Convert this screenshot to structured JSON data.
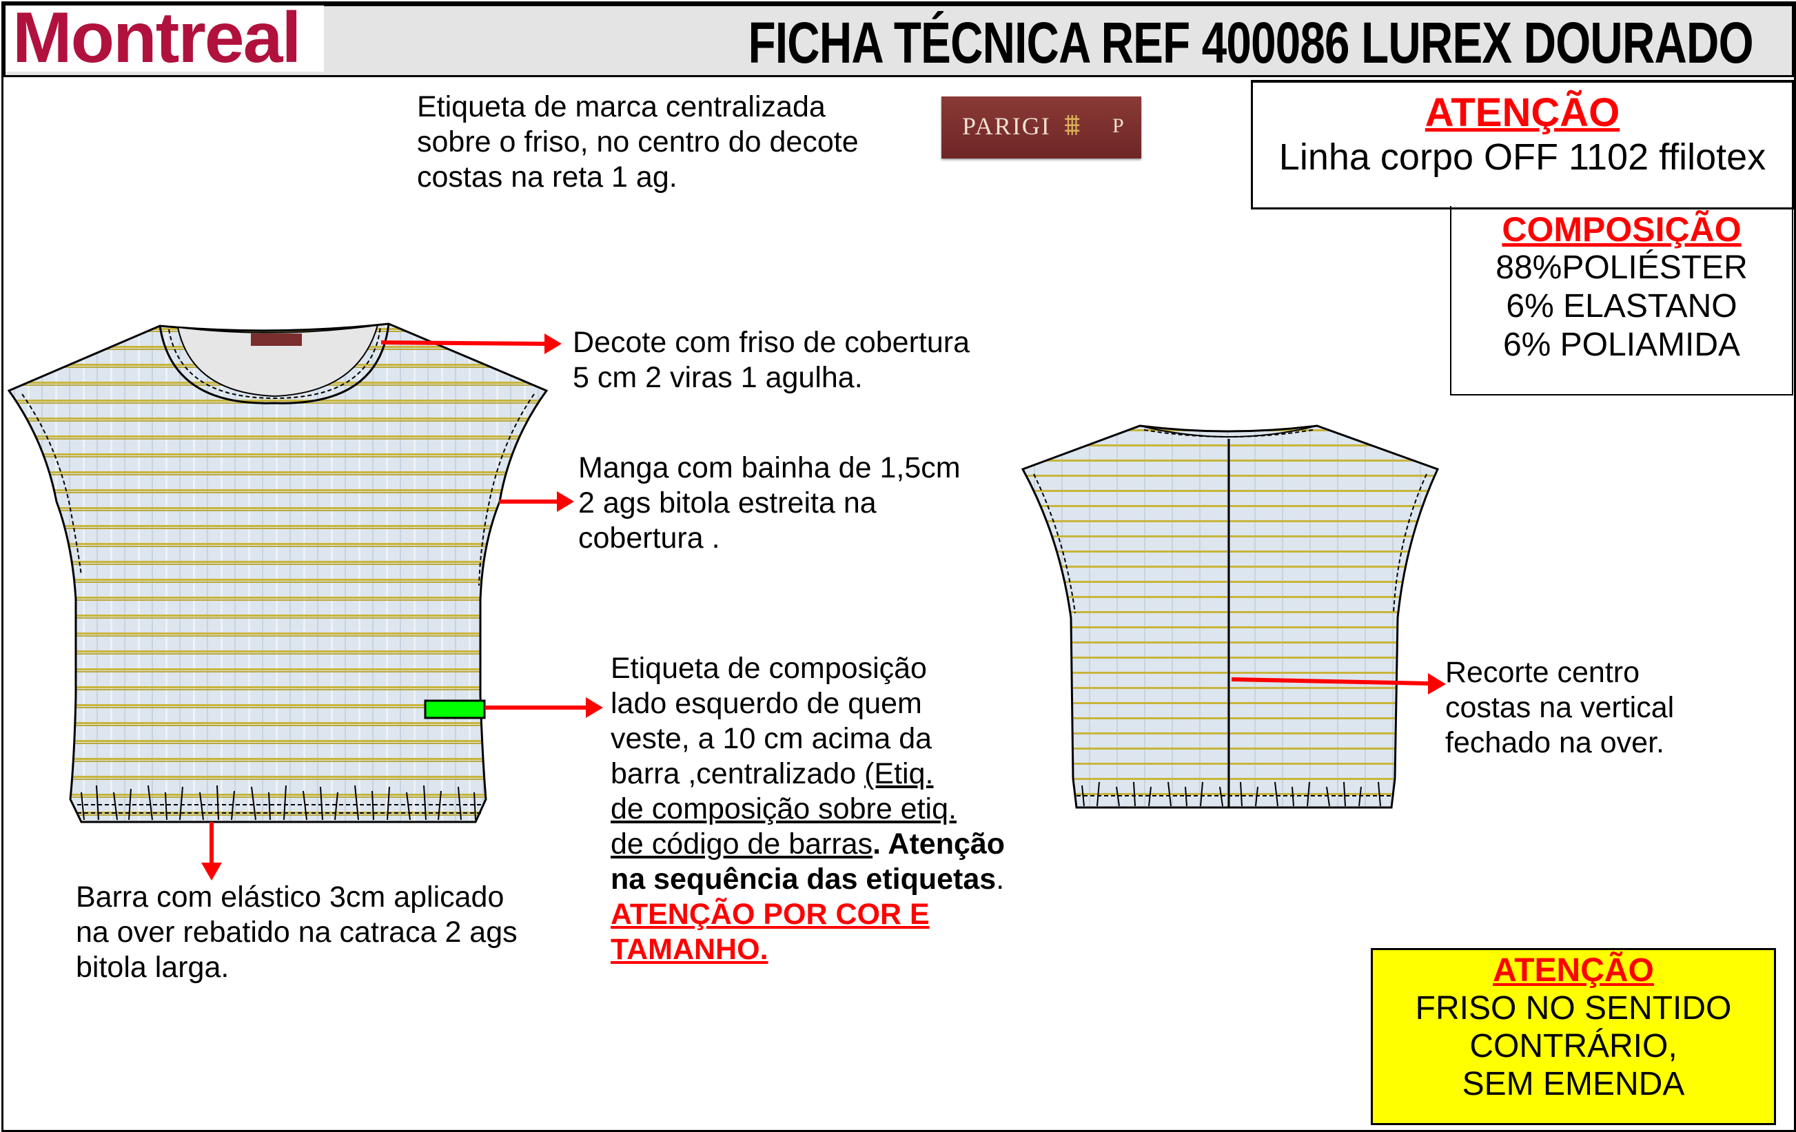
{
  "header": {
    "logo_text": "Montreal",
    "title": "FICHA TÉCNICA REF 400086 LUREX DOURADO"
  },
  "brand_label_note": [
    "Etiqueta de marca centralizada",
    "sobre o friso, no centro do decote",
    "costas na reta 1 ag."
  ],
  "brand_label": {
    "text": "PARIGI",
    "size": "P"
  },
  "attention_box": {
    "heading": "ATENÇÃO",
    "text": "Linha corpo OFF 1102 ffilotex"
  },
  "composition": {
    "heading": "COMPOSIÇÃO",
    "lines": [
      "88%POLIÉSTER",
      "6% ELASTANO",
      "6% POLIAMIDA"
    ]
  },
  "notes": {
    "neckline": [
      "Decote com friso de cobertura",
      "5 cm 2 viras 1 agulha."
    ],
    "sleeve": [
      "Manga com bainha de 1,5cm",
      "2 ags bitola estreita na",
      "cobertura ."
    ],
    "comp_label": {
      "lines": [
        "Etiqueta de composição",
        "lado esquerdo de quem",
        "veste, a 10 cm acima da"
      ],
      "line4_plain": "barra ,centralizado ",
      "line4_underlined": "(Etiq.",
      "line5_underlined": "de composição sobre etiq.",
      "line6_underlined": "de código de barras",
      "line6_plain": ". ",
      "line6_bold": "Atenção",
      "line7_bold": "na sequência das etiquetas",
      "line7_plain": ".",
      "warning": [
        "ATENÇÃO POR COR E",
        "TAMANHO"
      ],
      "warning_end": "."
    },
    "hem": [
      "Barra com elástico 3cm aplicado",
      "na over rebatido na catraca 2 ags",
      "bitola larga."
    ],
    "back_seam": [
      "Recorte centro",
      "costas na vertical",
      "fechado na over."
    ]
  },
  "yellow_box": {
    "heading": "ATENÇÃO",
    "lines": [
      "FRISO NO SENTIDO",
      "CONTRÁRIO,",
      "SEM EMENDA"
    ]
  },
  "colors": {
    "accent_red": "#ff0000",
    "logo": "#b0123d",
    "highlight": "#ffff00",
    "label_green": "#00ff00",
    "lurex": "#c9b836"
  }
}
